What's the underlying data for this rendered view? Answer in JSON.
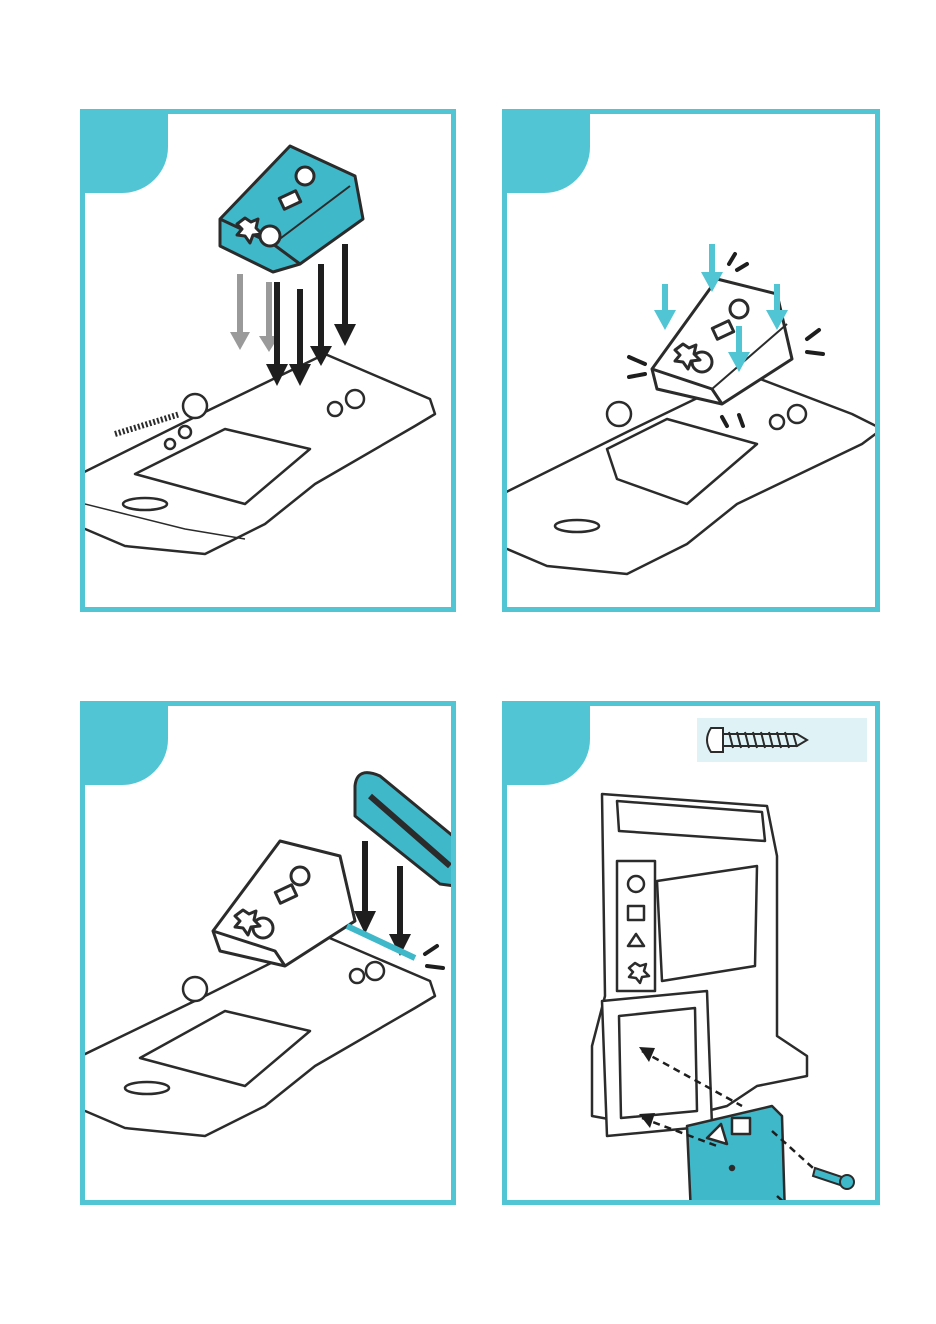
{
  "colors": {
    "accent": "#52c5d4",
    "part_fill": "#3fb8c9",
    "outline": "#2b2b2b",
    "callout_bg": "#dff3f6"
  },
  "steps": [
    {
      "number": "",
      "description_icons": [
        "shape-sorter-part",
        "down-arrows",
        "toy-base"
      ]
    },
    {
      "number": "",
      "description_icons": [
        "push-arrows",
        "click-marks",
        "toy-base"
      ]
    },
    {
      "number": "",
      "description_icons": [
        "handle-bar",
        "down-arrows",
        "click-marks"
      ]
    },
    {
      "number": "",
      "description_icons": [
        "screw-icon",
        "door-panel",
        "screws",
        "back-panel"
      ]
    }
  ]
}
